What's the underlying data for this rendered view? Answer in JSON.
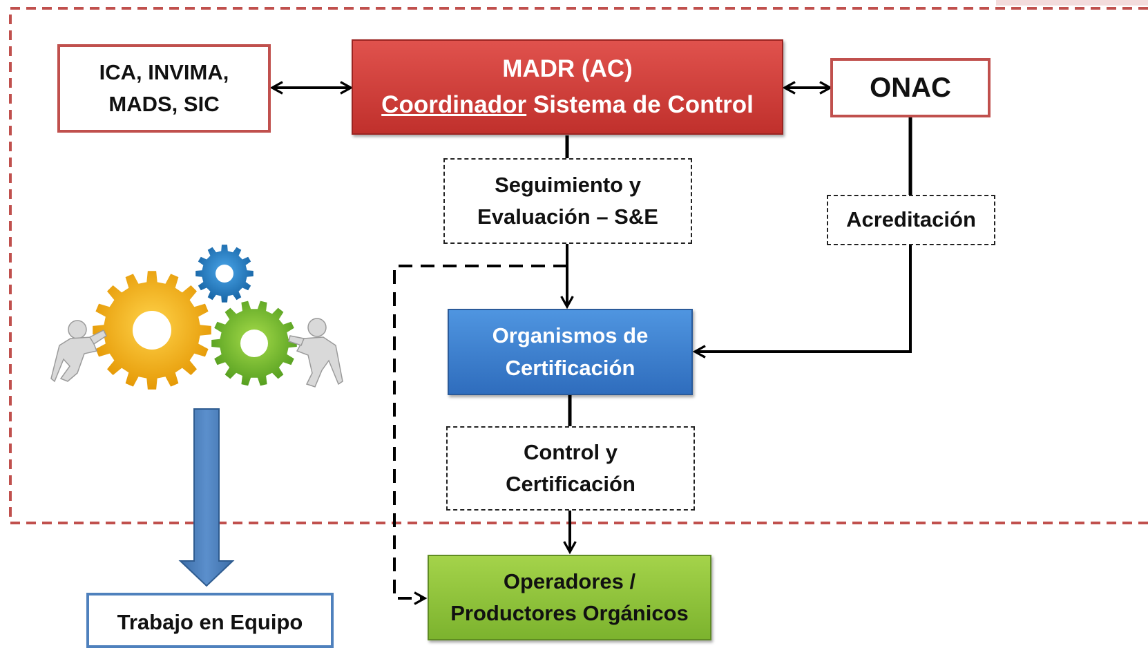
{
  "nodes": {
    "agencies": {
      "line1": "ICA, INVIMA,",
      "line2": "MADS, SIC"
    },
    "madr": {
      "line1": "MADR (AC)",
      "line2_underlined": "Coordinador",
      "line2_rest": " Sistema de Control"
    },
    "onac": {
      "label": "ONAC"
    },
    "seguimiento": {
      "line1": "Seguimiento y",
      "line2": "Evaluación – S&E"
    },
    "acreditacion": {
      "label": "Acreditación"
    },
    "organismos": {
      "line1": "Organismos de",
      "line2": "Certificación"
    },
    "control": {
      "line1": "Control y",
      "line2": "Certificación"
    },
    "operadores": {
      "line1": "Operadores /",
      "line2": "Productores Orgánicos"
    },
    "trabajo": {
      "label": "Trabajo en Equipo"
    }
  },
  "icons": {
    "illustration": "people-pushing-gears-icon",
    "down_arrow": "down-arrow-icon"
  },
  "colors": {
    "frame": "#c0504d",
    "madr_fill": "#d9423e",
    "organismos_fill": "#3f7fcf",
    "operadores_fill": "#92c83e",
    "gear_orange": "#f0a500",
    "gear_blue": "#1f7fc4",
    "gear_green": "#6cb52d",
    "big_arrow": "#4f81bd"
  }
}
